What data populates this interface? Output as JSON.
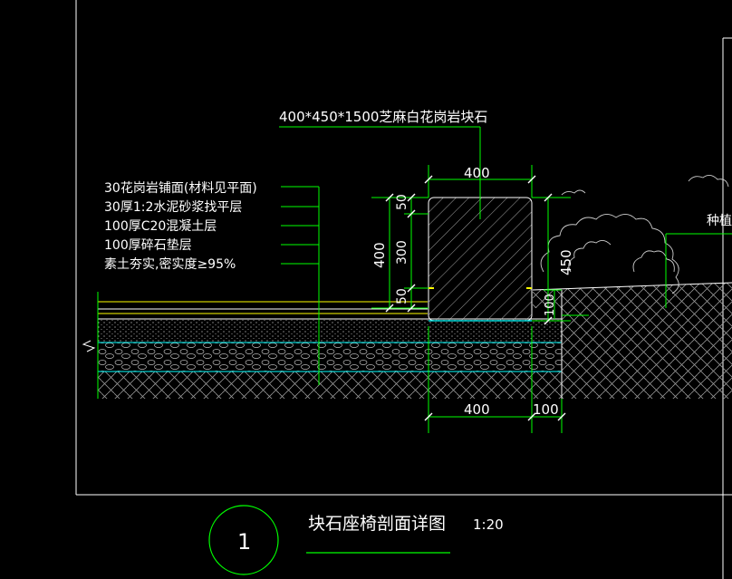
{
  "drawing": {
    "title": "块石座椅剖面详图",
    "scale": "1:20",
    "detail_number": "1",
    "stone_spec": "400*450*1500芝麻白花岗岩块石",
    "planting_label": "种植"
  },
  "layer_labels": [
    "30花岗岩铺面(材料见平面)",
    "30厚1:2水泥砂浆找平层",
    "100厚C20混凝土层",
    "100厚碎石垫层",
    "素土夯实,密实度≥95%"
  ],
  "dimensions": {
    "block_width": "400",
    "top_50": "50",
    "middle_300": "300",
    "bottom_50": "50",
    "total_400": "400",
    "height_450": "450",
    "embed_100": "100",
    "bottom_400": "400",
    "bottom_100": "100"
  },
  "colors": {
    "background": "#000000",
    "line_white": "#ffffff",
    "line_green": "#00ff00",
    "line_yellow": "#ffff00",
    "line_cyan": "#00ffff",
    "line_gray": "#aaaaaa"
  }
}
